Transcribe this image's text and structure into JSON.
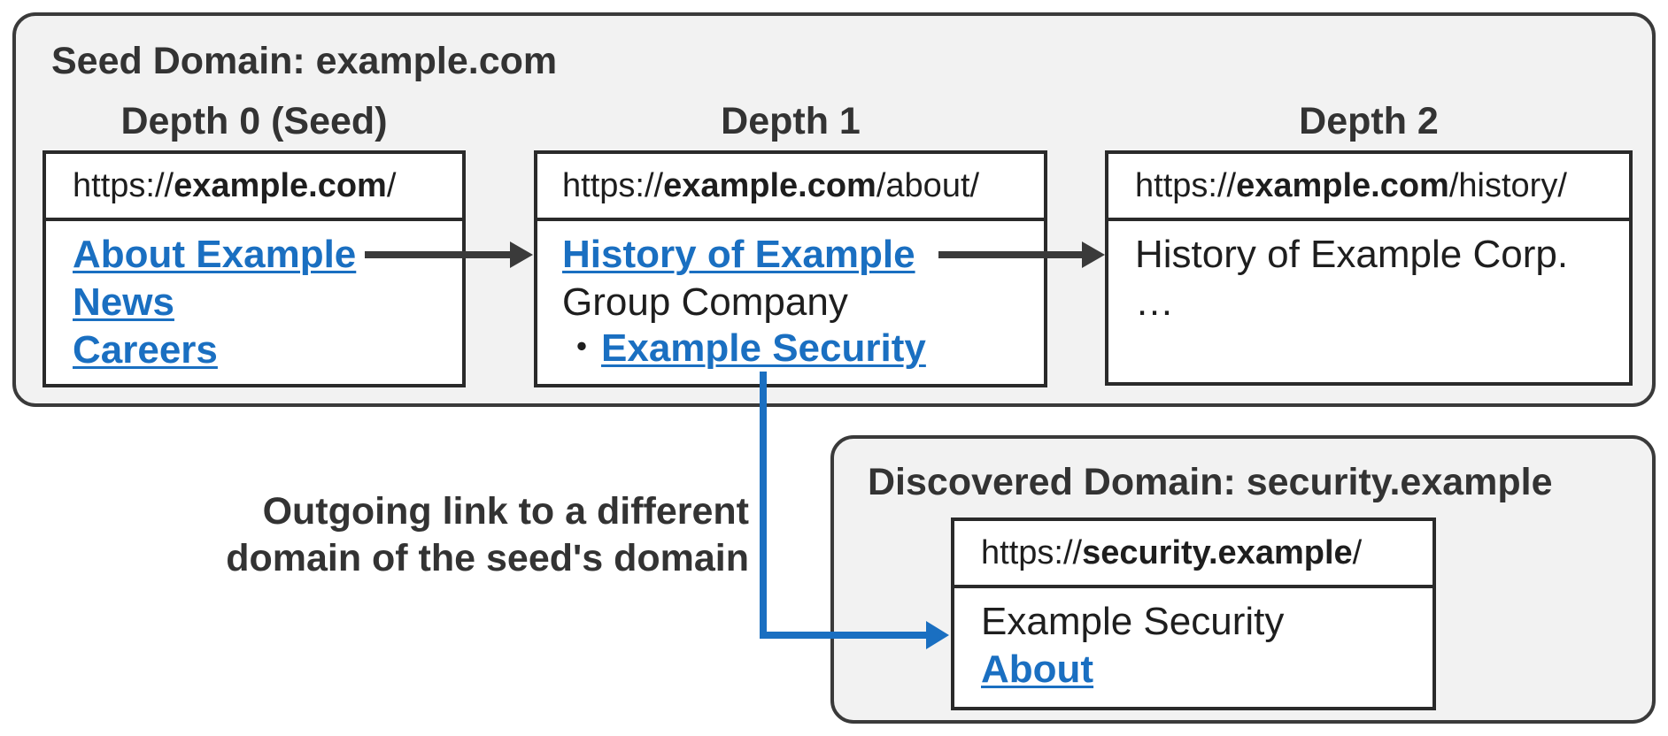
{
  "seed_region": {
    "title": "Seed Domain: example.com",
    "columns": [
      {
        "heading": "Depth 0 (Seed)",
        "url": {
          "prefix": "https://",
          "domain": "example.com",
          "path": "/"
        },
        "lines": [
          {
            "text": "About Example",
            "is_link": true
          },
          {
            "text": "News",
            "is_link": true
          },
          {
            "text": "Careers",
            "is_link": true
          }
        ]
      },
      {
        "heading": "Depth 1",
        "url": {
          "prefix": "https://",
          "domain": "example.com",
          "path": "/about/"
        },
        "lines": [
          {
            "text": "History of Example",
            "is_link": true
          },
          {
            "text": "Group Company",
            "is_link": false
          },
          {
            "bullet": "・",
            "text": "Example Security",
            "is_link": true
          }
        ]
      },
      {
        "heading": "Depth 2",
        "url": {
          "prefix": "https://",
          "domain": "example.com",
          "path": "/history/"
        },
        "lines": [
          {
            "text": "History of Example Corp.",
            "is_link": false
          },
          {
            "text": "…",
            "is_link": false
          }
        ]
      }
    ]
  },
  "discovered_region": {
    "title": "Discovered Domain: security.example",
    "page": {
      "url": {
        "prefix": "https://",
        "domain": "security.example",
        "path": "/"
      },
      "lines": [
        {
          "text": "Example Security",
          "is_link": false
        },
        {
          "text": "About",
          "is_link": true
        }
      ]
    }
  },
  "annotation": {
    "line1": "Outgoing link to a different",
    "line2": "domain of the seed's domain"
  },
  "colors": {
    "link": "#1a6fc1",
    "arrow_internal": "#3a3a3a",
    "arrow_external": "#1a6fc1",
    "region_bg": "#f2f2f2",
    "border": "#2a2a2a"
  }
}
